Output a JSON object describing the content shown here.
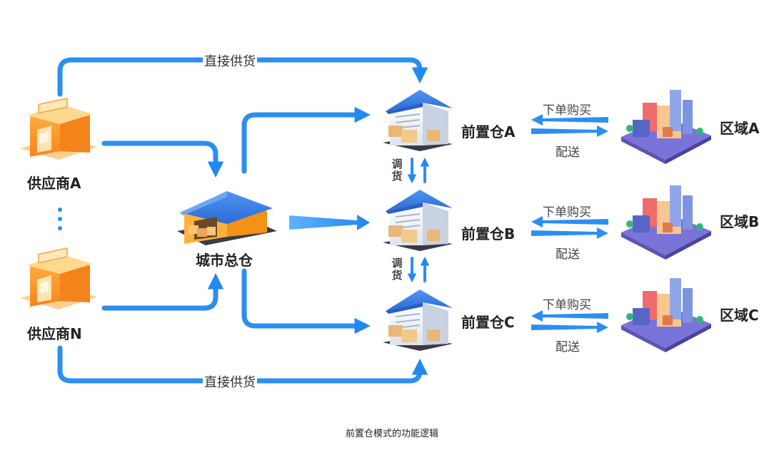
{
  "suppliers": {
    "first": "供应商A",
    "last": "供应商N"
  },
  "city_warehouse": "城市总仓",
  "direct_supply": {
    "top": "直接供货",
    "bottom": "直接供货"
  },
  "transfer": {
    "top": "调货",
    "bottom": "调货"
  },
  "front_warehouses": [
    {
      "label": "前置仓A",
      "order": "下单购买",
      "delivery": "配送",
      "region": "区域A"
    },
    {
      "label": "前置仓B",
      "order": "下单购买",
      "delivery": "配送",
      "region": "区域B"
    },
    {
      "label": "前置仓C",
      "order": "下单购买",
      "delivery": "配送",
      "region": "区域C"
    }
  ],
  "caption": "前置仓模式的功能逻辑",
  "colors": {
    "arrow": "#2b8ff2",
    "store_orange": "#fb9a2c",
    "roof_blue": "#3a7be0",
    "region_purple": "#7b74d8"
  }
}
